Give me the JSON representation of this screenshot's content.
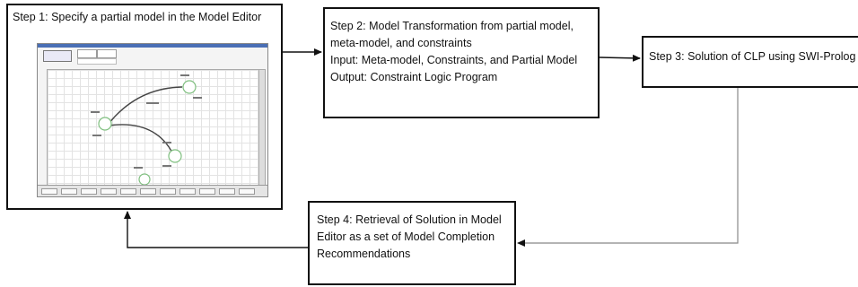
{
  "steps": {
    "step1": {
      "lines": [
        "Step 1: Specify a partial model in the Model Editor"
      ]
    },
    "step2": {
      "lines": [
        "Step 2: Model Transformation from partial model,",
        "meta-model, and constraints",
        "Input: Meta-model, Constraints, and Partial Model",
        "Output: Constraint Logic Program"
      ]
    },
    "step3": {
      "lines": [
        "Step 3: Solution of CLP using SWI-Prolog"
      ]
    },
    "step4": {
      "lines": [
        "Step 4: Retrieval of Solution in Model",
        "Editor as a set of Model Completion",
        "Recommendations"
      ]
    }
  },
  "editor_screenshot": {
    "description_icon": "model-editor-screenshot",
    "node_color": "#7fbf7f",
    "edge_color": "#444444"
  }
}
